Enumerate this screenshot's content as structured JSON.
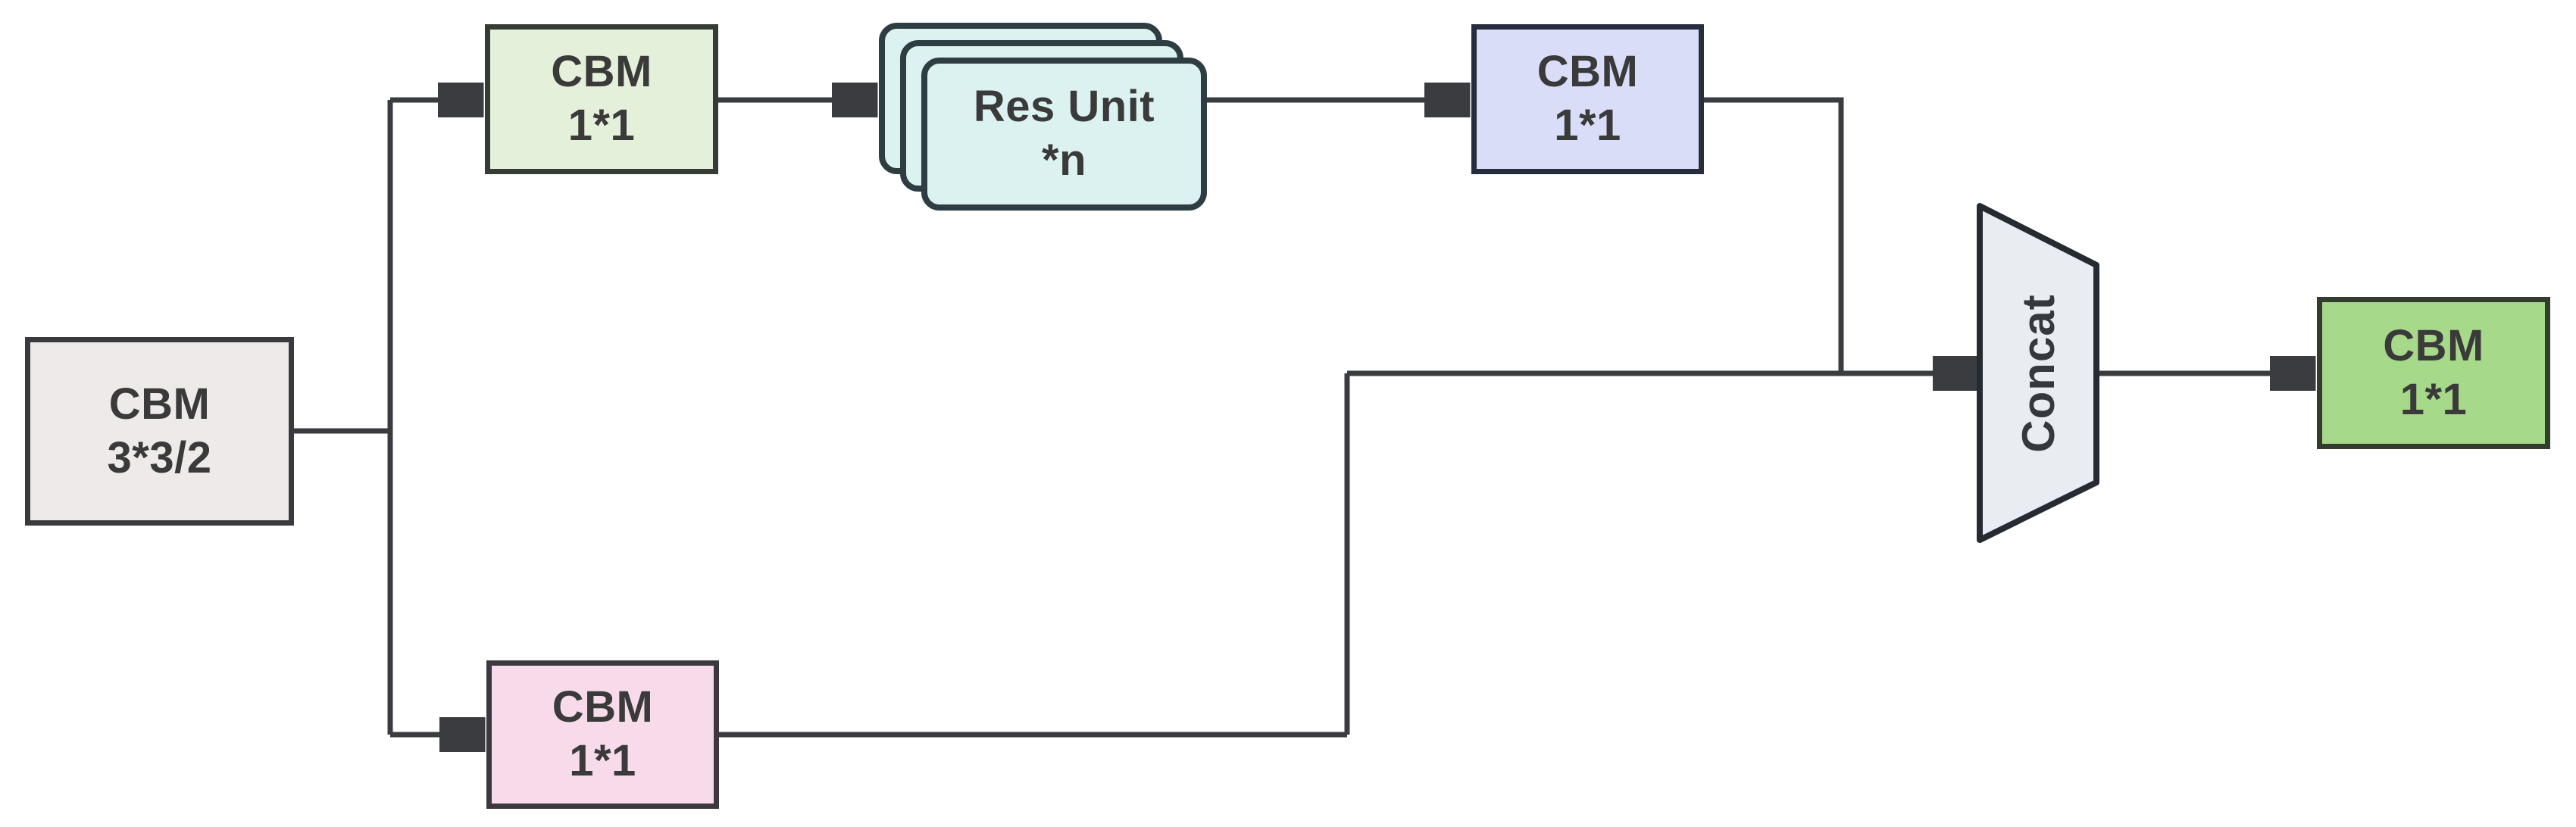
{
  "diagram": {
    "nodes": {
      "input": {
        "label": "CBM",
        "size": "3*3/2",
        "fill": "#EDEAE9"
      },
      "branch_top_cbm": {
        "label": "CBM",
        "size": "1*1",
        "fill": "#E4F0DA"
      },
      "res_unit": {
        "label": "Res Unit",
        "size": "*n",
        "fill": "#DCF2F0"
      },
      "post_res_cbm": {
        "label": "CBM",
        "size": "1*1",
        "fill": "#D9DDF7"
      },
      "branch_bottom_cbm": {
        "label": "CBM",
        "size": "1*1",
        "fill": "#F8DBEB"
      },
      "concat": {
        "label": "Concat",
        "fill": "#E9EDF1"
      },
      "output_cbm": {
        "label": "CBM",
        "size": "1*1",
        "fill": "#A7D98B"
      }
    },
    "edges": [
      {
        "from": "input",
        "to": "branch_top_cbm"
      },
      {
        "from": "input",
        "to": "branch_bottom_cbm"
      },
      {
        "from": "branch_top_cbm",
        "to": "res_unit"
      },
      {
        "from": "res_unit",
        "to": "post_res_cbm"
      },
      {
        "from": "post_res_cbm",
        "to": "concat"
      },
      {
        "from": "branch_bottom_cbm",
        "to": "concat"
      },
      {
        "from": "concat",
        "to": "output_cbm"
      }
    ],
    "colors": {
      "connector": "#3A3C40",
      "text": "#3A3A3A"
    }
  }
}
